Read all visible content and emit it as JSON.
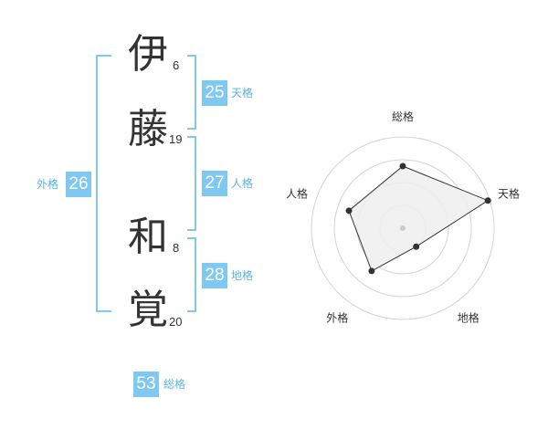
{
  "name_chars": [
    {
      "char": "伊",
      "strokes": "6"
    },
    {
      "char": "藤",
      "strokes": "19"
    },
    {
      "char": "和",
      "strokes": "8"
    },
    {
      "char": "覚",
      "strokes": "20"
    }
  ],
  "kaku": {
    "tenkaku": {
      "value": "25",
      "label": "天格"
    },
    "jinkaku": {
      "value": "27",
      "label": "人格"
    },
    "chikaku": {
      "value": "28",
      "label": "地格"
    },
    "gaikaku": {
      "value": "26",
      "label": "外格"
    },
    "soukaku": {
      "value": "53",
      "label": "総格"
    }
  },
  "chart_data": {
    "type": "radar",
    "categories": [
      "総格",
      "天格",
      "地格",
      "外格",
      "人格"
    ],
    "values": [
      0.68,
      0.98,
      0.25,
      0.58,
      0.62
    ],
    "range": [
      0,
      1
    ],
    "rings": 4,
    "colors": {
      "fill": "#efefef",
      "line": "#333333",
      "grid": "#d4d4d4",
      "center": "#cccccc"
    }
  }
}
